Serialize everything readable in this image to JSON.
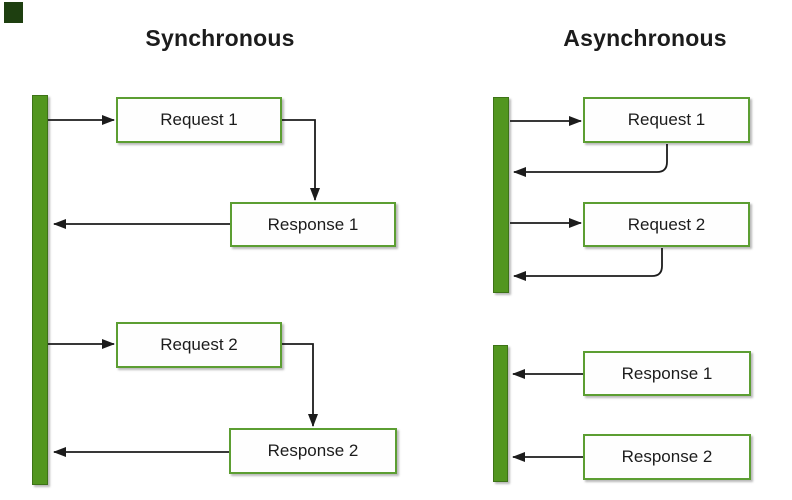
{
  "colors": {
    "bar_fill": "#52961f",
    "bar_border": "#3d7317",
    "box_fill": "#fefefe",
    "box_border": "#5c9e32",
    "arrow_color": "#1c1c1c",
    "text_color": "#1c1c1c",
    "corner_color": "#1e3f10"
  },
  "sections": {
    "synchronous": {
      "title": "Synchronous",
      "boxes": [
        {
          "label": "Request 1"
        },
        {
          "label": "Response 1"
        },
        {
          "label": "Request 2"
        },
        {
          "label": "Response 2"
        }
      ]
    },
    "asynchronous": {
      "title": "Asynchronous",
      "boxes": [
        {
          "label": "Request 1"
        },
        {
          "label": "Request 2"
        },
        {
          "label": "Response 1"
        },
        {
          "label": "Response 2"
        }
      ]
    }
  }
}
